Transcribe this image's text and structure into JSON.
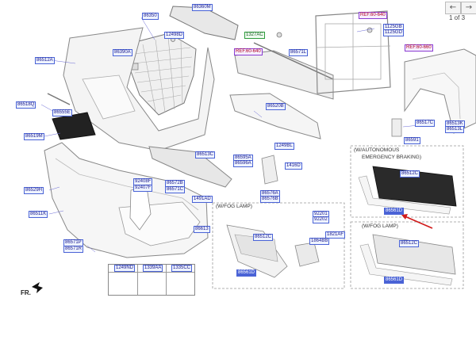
{
  "pager": {
    "prev": "←",
    "next": "→",
    "text": "1 of 3"
  },
  "orientation": "FR.",
  "captions": {
    "fog_lamp_center": "(W/FOG LAMP)",
    "autonomous_1": "(W/AUTONOMOUS",
    "autonomous_2": "EMERGENCY BRAKING)",
    "fog_lamp_right": "(W/FOG LAMP)"
  },
  "labels": [
    {
      "text": "86350"
    },
    {
      "text": "86360M"
    },
    {
      "text": "12498D"
    },
    {
      "text": "86390A"
    },
    {
      "text": "86512A"
    },
    {
      "text": "86518Q"
    },
    {
      "text": "86555E"
    },
    {
      "text": "86519M"
    },
    {
      "text": "86529H"
    },
    {
      "text": "86511K"
    },
    {
      "text": "92408F"
    },
    {
      "text": "92407F"
    },
    {
      "text": "86572B"
    },
    {
      "text": "86571C"
    },
    {
      "text": "1491AD"
    },
    {
      "text": "86613"
    },
    {
      "text": "86571P"
    },
    {
      "text": "86571R"
    },
    {
      "text": "86513C"
    },
    {
      "text": "86595A"
    },
    {
      "text": "86596A"
    },
    {
      "text": "1249BL"
    },
    {
      "text": "1416D"
    },
    {
      "text": "86576A"
    },
    {
      "text": "86576B"
    },
    {
      "text": "86520B"
    },
    {
      "text": "1327AC"
    },
    {
      "text": "86571L"
    },
    {
      "text": "REF.60-640"
    },
    {
      "text": "REF.60-640"
    },
    {
      "text": "REF.60-660"
    },
    {
      "text": "1125GB"
    },
    {
      "text": "1125GD"
    },
    {
      "text": "86517C"
    },
    {
      "text": "86513K"
    },
    {
      "text": "86513L"
    },
    {
      "text": "86591"
    },
    {
      "text": "86512C"
    },
    {
      "text": "86561D"
    },
    {
      "text": "86512C"
    },
    {
      "text": "86561D"
    },
    {
      "text": "92201"
    },
    {
      "text": "92202"
    },
    {
      "text": "1821AF"
    },
    {
      "text": "1864BB"
    },
    {
      "text": "86512C"
    },
    {
      "text": "86561D"
    },
    {
      "text": "1249ND"
    },
    {
      "text": "1339AA"
    },
    {
      "text": "1335CC"
    }
  ]
}
